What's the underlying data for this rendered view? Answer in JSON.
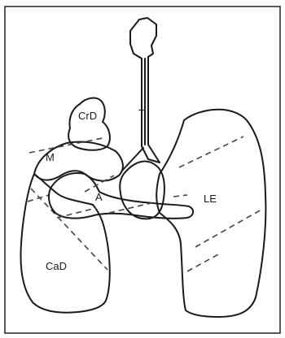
{
  "labels": {
    "trachea": "T",
    "right_cranial_lobe": "CrD",
    "right_middle_lobe": "M",
    "accessory_lobe": "A",
    "right_caudal_lobe": "CaD",
    "left_lung": "LE"
  }
}
